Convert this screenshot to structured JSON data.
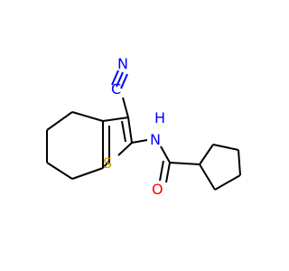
{
  "molecule": {
    "atoms": [
      {
        "id": "N1",
        "label": "N",
        "color": "#0000ff"
      },
      {
        "id": "C1",
        "label": "C",
        "color": "#0000ff"
      },
      {
        "id": "N2",
        "label": "N",
        "color": "#0000ff"
      },
      {
        "id": "H2",
        "label": "H",
        "color": "#0000ff"
      },
      {
        "id": "S1",
        "label": "S",
        "color": "#c8a000"
      },
      {
        "id": "O1",
        "label": "O",
        "color": "#ff0000"
      }
    ]
  }
}
